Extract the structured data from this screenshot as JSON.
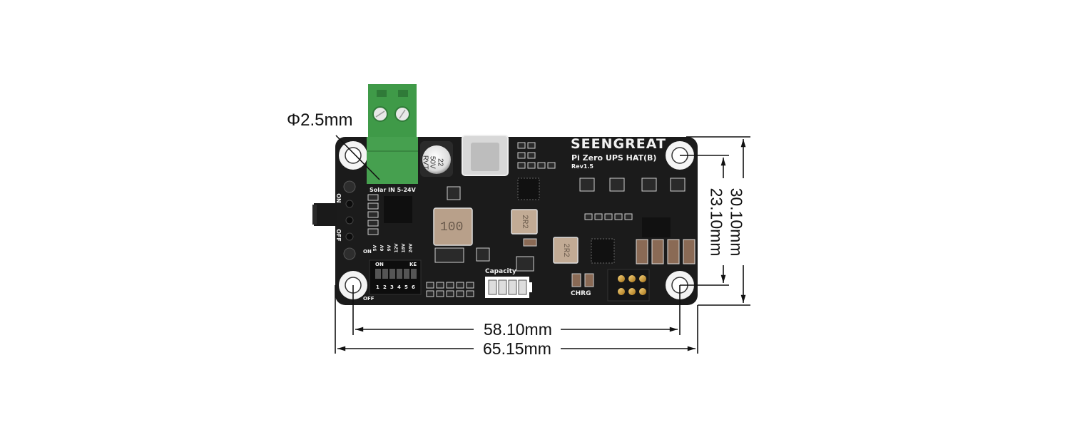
{
  "diagram": {
    "subject": "Pi Zero UPS HAT(B) dimension drawing",
    "board": {
      "brand": "SEENGREAT",
      "model": "Pi Zero UPS HAT(B)",
      "revision": "Rev1.5",
      "input_label": "Solar IN 5-24V",
      "capacity_label": "Capacity",
      "charge_label": "CHRG",
      "switch_on_label": "ON",
      "switch_off_label": "OFF",
      "dip_on_label": "ON",
      "dip_off_label": "OFF",
      "dip_ke_label": "KE",
      "dip_numbers": [
        "1",
        "2",
        "3",
        "4",
        "5",
        "6"
      ],
      "voltage_options": [
        "5V",
        "6V",
        "9V",
        "12V",
        "18V",
        "24V"
      ],
      "capacitor_label": [
        "22",
        "50V",
        "RVT"
      ],
      "inductor_labels": [
        "100",
        "2R2",
        "2R2"
      ],
      "colors": {
        "pcb": "#1b1b1b",
        "terminal_block": "#3f9a48",
        "silkscreen": "#f2f2f2",
        "dimension_line": "#111111"
      }
    },
    "dimensions": {
      "hole_diameter": "Φ2.5mm",
      "hole_spacing_horizontal": "58.10mm",
      "board_width": "65.15mm",
      "hole_spacing_vertical": "23.10mm",
      "board_height": "30.10mm"
    }
  }
}
